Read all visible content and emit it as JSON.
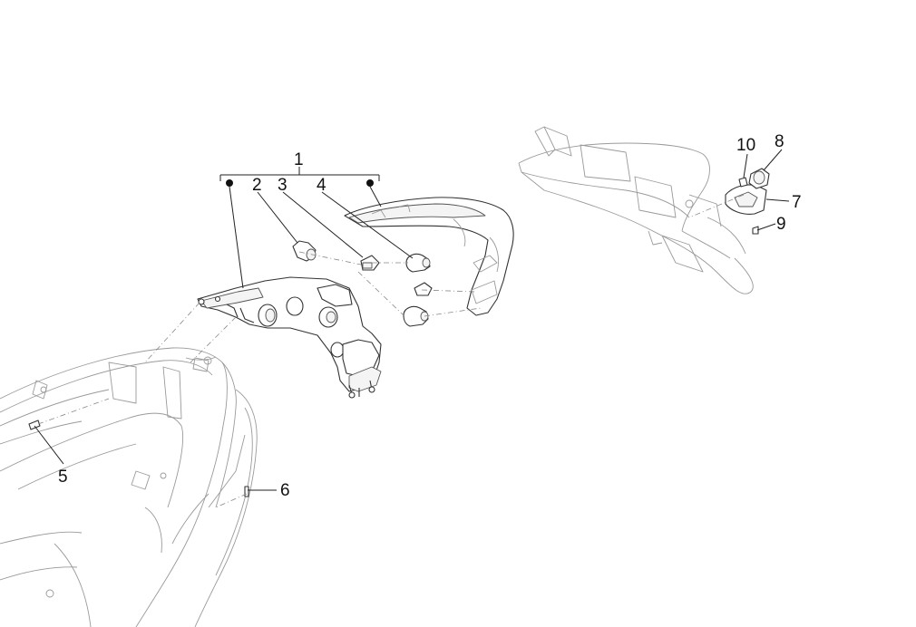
{
  "callouts": {
    "c1": "1",
    "c2": "2",
    "c3": "3",
    "c4": "4",
    "c5": "5",
    "c6": "6",
    "c7": "7",
    "c8": "8",
    "c9": "9",
    "c10": "10"
  },
  "colors": {
    "line": "#333333",
    "light_line": "#9a9a9a",
    "background": "#ffffff"
  }
}
